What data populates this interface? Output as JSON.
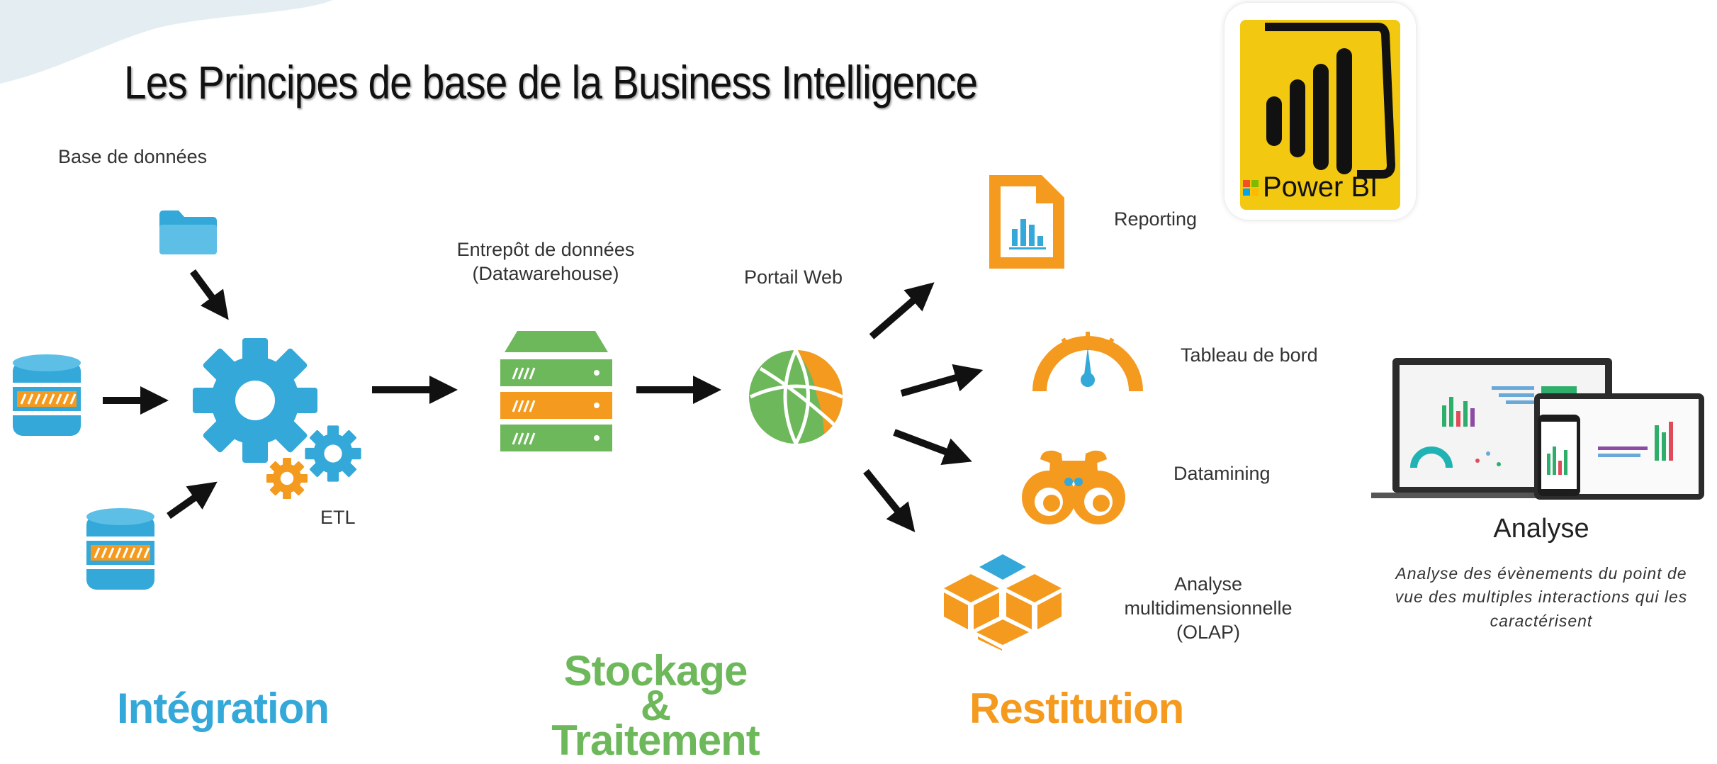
{
  "title": "Les Principes de base de la Business Intelligence",
  "labels": {
    "database": "Base de données",
    "etl": "ETL",
    "warehouse_line1": "Entrepôt de données",
    "warehouse_line2": "(Datawarehouse)",
    "portal": "Portail Web",
    "reporting": "Reporting",
    "dashboard": "Tableau de bord",
    "datamining": "Datamining",
    "olap_line1": "Analyse",
    "olap_line2": "multidimensionnelle",
    "olap_line3": "(OLAP)"
  },
  "phases": {
    "integration": "Intégration",
    "storage_line1": "Stockage",
    "storage_line2": "&",
    "storage_line3": "Traitement",
    "restitution": "Restitution"
  },
  "logo": {
    "text": "Power BI"
  },
  "analyse": {
    "title": "Analyse",
    "description_line1": "Analyse des évènements du point de",
    "description_line2": "vue des multiples interactions qui les",
    "description_line3": "caractérisent"
  },
  "colors": {
    "blue": "#33A8D9",
    "green": "#6DB85A",
    "orange": "#F49A1E",
    "yellow": "#F2C811"
  },
  "icons": [
    "database-icon",
    "folder-icon",
    "gear-icon",
    "server-icon",
    "globe-icon",
    "report-icon",
    "gauge-icon",
    "binoculars-icon",
    "cubes-icon",
    "powerbi-icon",
    "devices-icon"
  ]
}
